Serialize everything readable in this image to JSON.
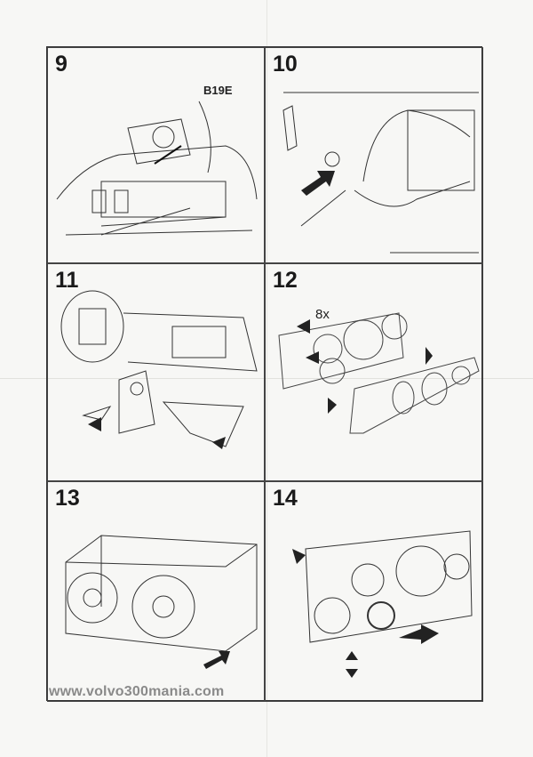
{
  "panels": [
    {
      "step": "9",
      "label": "B19E"
    },
    {
      "step": "10"
    },
    {
      "step": "11"
    },
    {
      "step": "12",
      "label": "8x"
    },
    {
      "step": "13"
    },
    {
      "step": "14"
    }
  ],
  "watermark": "www.volvo300mania.com"
}
